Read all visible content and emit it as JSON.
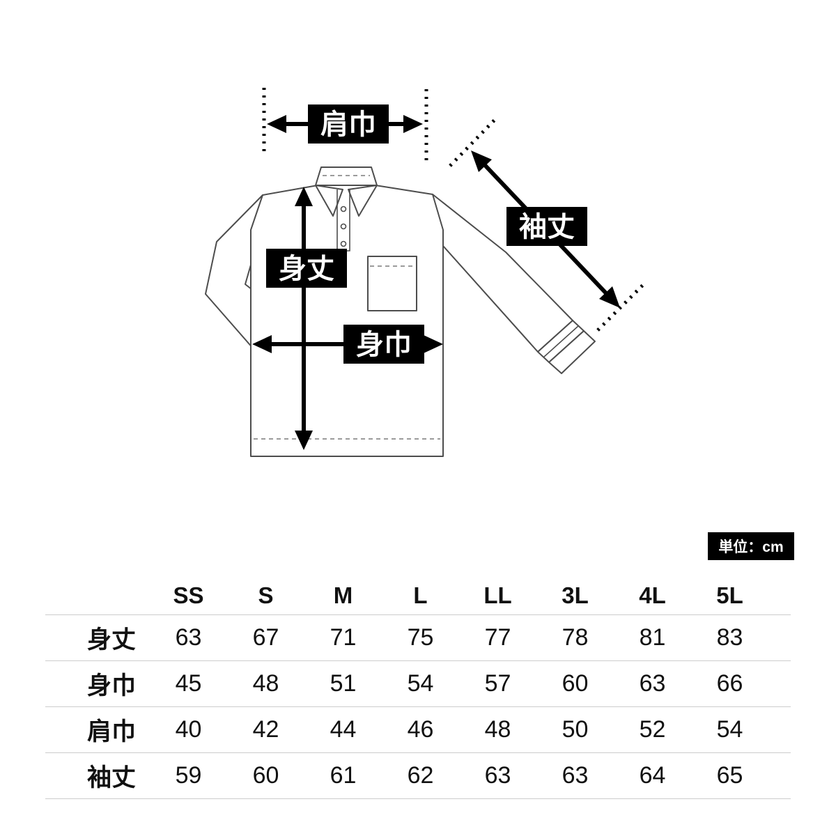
{
  "diagram": {
    "labels": {
      "shoulder_width": "肩巾",
      "body_length": "身丈",
      "body_width": "身巾",
      "sleeve_length": "袖丈"
    }
  },
  "unit_badge": "単位：cm",
  "size_table": {
    "columns": [
      "SS",
      "S",
      "M",
      "L",
      "LL",
      "3L",
      "4L",
      "5L"
    ],
    "rows": [
      {
        "label": "身丈",
        "values": [
          "63",
          "67",
          "71",
          "75",
          "77",
          "78",
          "81",
          "83"
        ]
      },
      {
        "label": "身巾",
        "values": [
          "45",
          "48",
          "51",
          "54",
          "57",
          "60",
          "63",
          "66"
        ]
      },
      {
        "label": "肩巾",
        "values": [
          "40",
          "42",
          "44",
          "46",
          "48",
          "50",
          "52",
          "54"
        ]
      },
      {
        "label": "袖丈",
        "values": [
          "59",
          "60",
          "61",
          "62",
          "63",
          "63",
          "64",
          "65"
        ]
      }
    ]
  }
}
